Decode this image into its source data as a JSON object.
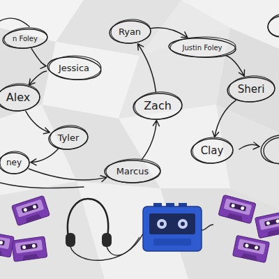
{
  "diagram": {
    "nodes": [
      {
        "text": [
          "n Foley"
        ]
      },
      {
        "text": [
          "Jessica"
        ]
      },
      {
        "text": [
          "Alex"
        ]
      },
      {
        "text": [
          "Tyler"
        ]
      },
      {
        "text": [
          "ney"
        ]
      },
      {
        "text": [
          "Marcus"
        ]
      },
      {
        "text": [
          "Ryan"
        ]
      },
      {
        "text": [
          "Justin Foley"
        ]
      },
      {
        "text": [
          "Zach"
        ]
      },
      {
        "text": [
          "Sheri"
        ]
      },
      {
        "text": [
          "Clay"
        ]
      }
    ],
    "edges": [
      {
        "from": 0,
        "to": 1,
        "arrow": "to"
      },
      {
        "from": 1,
        "to": 2,
        "arrow": "to"
      },
      {
        "from": 2,
        "to": 3,
        "arrow": "to"
      },
      {
        "from": 3,
        "to": 4,
        "arrow": "to"
      },
      {
        "from": 4,
        "to": 5,
        "arrow": "to"
      },
      {
        "from": 5,
        "to": 8,
        "arrow": "to"
      },
      {
        "from": 8,
        "to": 6,
        "arrow": "to"
      },
      {
        "from": 6,
        "to": 7,
        "arrow": "to"
      },
      {
        "from": 7,
        "to": 9,
        "arrow": "to"
      },
      {
        "from": 9,
        "to": 10,
        "arrow": "to"
      }
    ]
  }
}
